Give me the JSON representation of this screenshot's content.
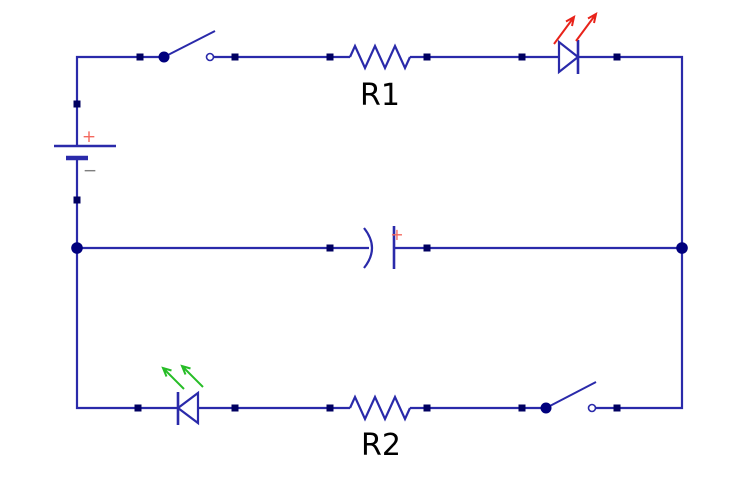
{
  "diagram": {
    "kind": "circuit-schematic",
    "background": "#ffffff"
  },
  "colors": {
    "wire": "#2a2aaa",
    "terminal_square": "#000060",
    "junction_dot": "#00007d",
    "switch_contact_fill": "#ffffff",
    "label_text": "#000000",
    "polarity_plus": "#f4695f",
    "polarity_minus": "#7f7f7f",
    "red_led_rays": "#e8231a",
    "green_led_rays": "#27bd27"
  },
  "labels": {
    "resistor_r1": "R1",
    "resistor_r2": "R2",
    "battery_plus": "+",
    "battery_minus": "−",
    "capacitor_plus": "+"
  }
}
